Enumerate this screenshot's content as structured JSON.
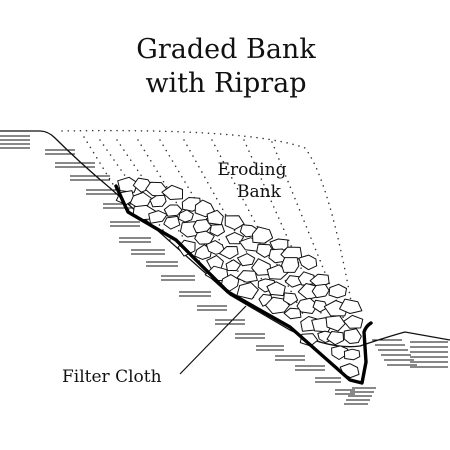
{
  "diagram": {
    "title_line1": "Graded Bank",
    "title_line2": "with Riprap",
    "eroding_line1": "Eroding",
    "eroding_line2": "Bank",
    "filter_label": "Filter Cloth"
  }
}
